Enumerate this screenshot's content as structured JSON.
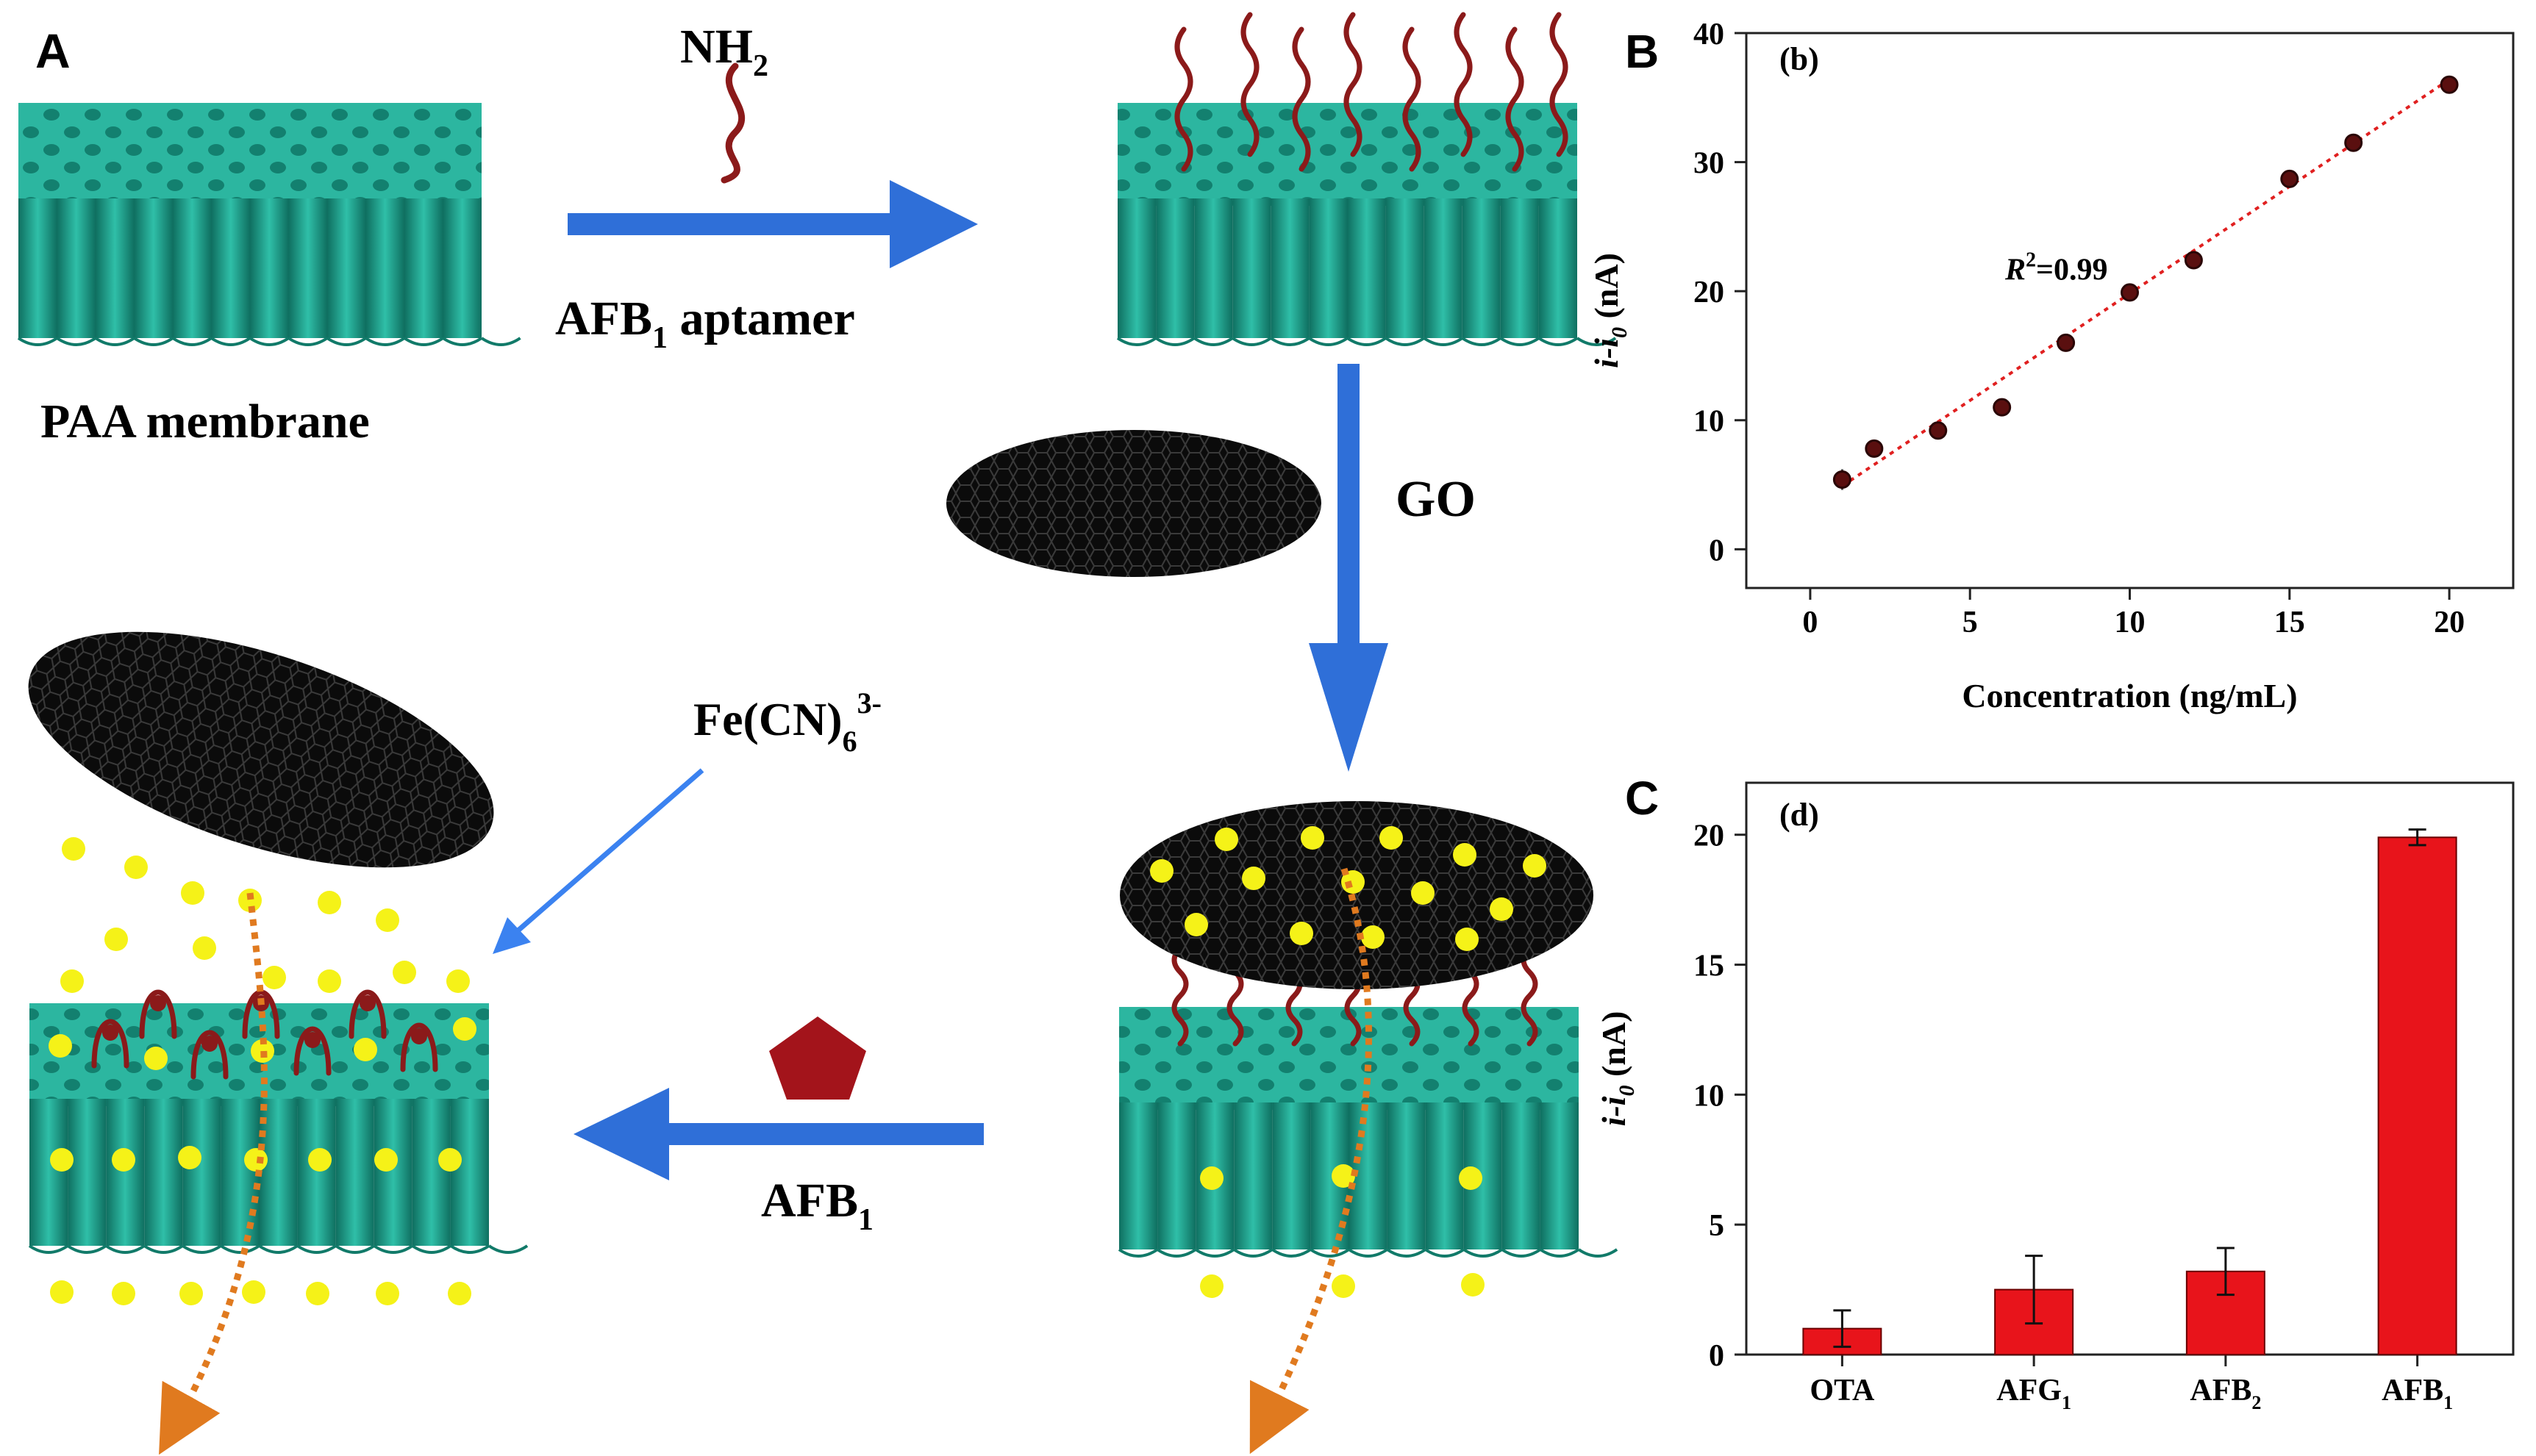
{
  "panels": {
    "A": {
      "label": "A",
      "membrane_label": "PAA membrane",
      "nh2": {
        "base": "NH",
        "sub": "2"
      },
      "aptamer": {
        "pre": "AFB",
        "sub": "1",
        "post": " aptamer"
      },
      "go_label": "GO",
      "ferri": {
        "base": "Fe(CN)",
        "sub": "6",
        "sup": "3-"
      },
      "target": {
        "base": "AFB",
        "sub": "1"
      }
    },
    "B": {
      "label": "B"
    },
    "C": {
      "label": "C"
    }
  },
  "colors": {
    "membrane_top": "#2fb9a3",
    "membrane_side": "#1f9a87",
    "arrow": "#2f6fd8",
    "strand": "#8b1a1a",
    "dot": "#f5f218",
    "graphene": "#0c0c0c",
    "flow": "#e07a1f",
    "bar": "#e8141b",
    "fit": "#e02020"
  },
  "chart_data": [
    {
      "type": "scatter",
      "panel_tag": "(b)",
      "xlabel": "Concentration (ng/mL)",
      "ylabel": {
        "base": "i-i",
        "sub": "0",
        "unit": " (nA)"
      },
      "xlim": [
        -2,
        22
      ],
      "ylim": [
        -3,
        40
      ],
      "xticks": [
        0,
        5,
        10,
        15,
        20
      ],
      "yticks": [
        0,
        10,
        20,
        30,
        40
      ],
      "x": [
        1,
        2,
        4,
        6,
        8,
        10,
        12,
        15,
        17,
        20
      ],
      "y": [
        5.4,
        7.8,
        9.2,
        11.0,
        16.0,
        19.9,
        22.4,
        28.7,
        31.5,
        36.0
      ],
      "err": [
        0.8,
        0.4,
        0.4,
        0.4,
        0.4,
        0.4,
        0.4,
        0.5,
        0.4,
        0.4
      ],
      "fit": {
        "x": [
          1,
          20
        ],
        "y": [
          4.9,
          36.4
        ]
      },
      "annotation": {
        "text_base": "R",
        "text_sup": "2",
        "text_rest": "=0.99",
        "x": 6.1,
        "y": 20.9
      }
    },
    {
      "type": "bar",
      "panel_tag": "(d)",
      "ylabel": {
        "base": "i-i",
        "sub": "0",
        "unit": " (nA)"
      },
      "ylim": [
        0,
        22
      ],
      "yticks": [
        0,
        5,
        10,
        15,
        20
      ],
      "categories": [
        {
          "base": "OTA",
          "sub": ""
        },
        {
          "base": "AFG",
          "sub": "1"
        },
        {
          "base": "AFB",
          "sub": "2"
        },
        {
          "base": "AFB",
          "sub": "1"
        }
      ],
      "values": [
        1.0,
        2.5,
        3.2,
        19.9
      ],
      "err": [
        0.7,
        1.3,
        0.9,
        0.3
      ]
    }
  ]
}
